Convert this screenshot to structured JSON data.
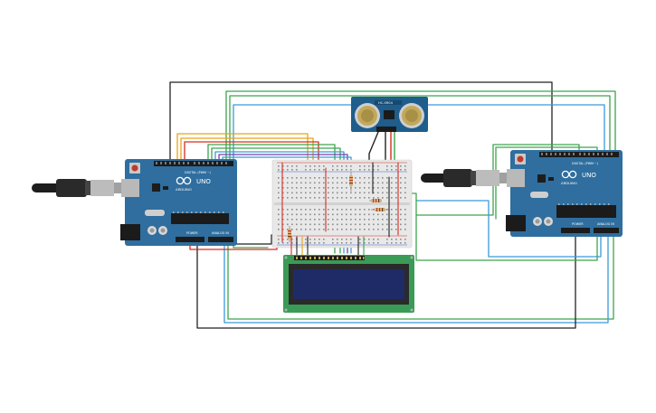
{
  "arduino_left": {
    "brand": "ARDUINO",
    "model": "UNO",
    "header_digital": "DIGITAL (PWM ~)",
    "header_power": "POWER",
    "header_analog": "ANALOG IN"
  },
  "arduino_right": {
    "brand": "ARDUINO",
    "model": "UNO",
    "header_digital": "DIGITAL (PWM ~)",
    "header_power": "POWER",
    "header_analog": "ANALOG IN"
  },
  "ultrasonic": {
    "model": "HC-SR04"
  },
  "colors": {
    "board": "#2f6e9e",
    "wire_black": "#222222",
    "wire_green": "#3fa34d",
    "wire_blue": "#3a9ad9",
    "wire_orange": "#e8a317",
    "wire_red": "#d62d20",
    "wire_purple": "#7b3fa0",
    "lcd_frame": "#3a9b57",
    "lcd_screen": "#1f2b66",
    "breadboard": "#e8e8e8"
  }
}
